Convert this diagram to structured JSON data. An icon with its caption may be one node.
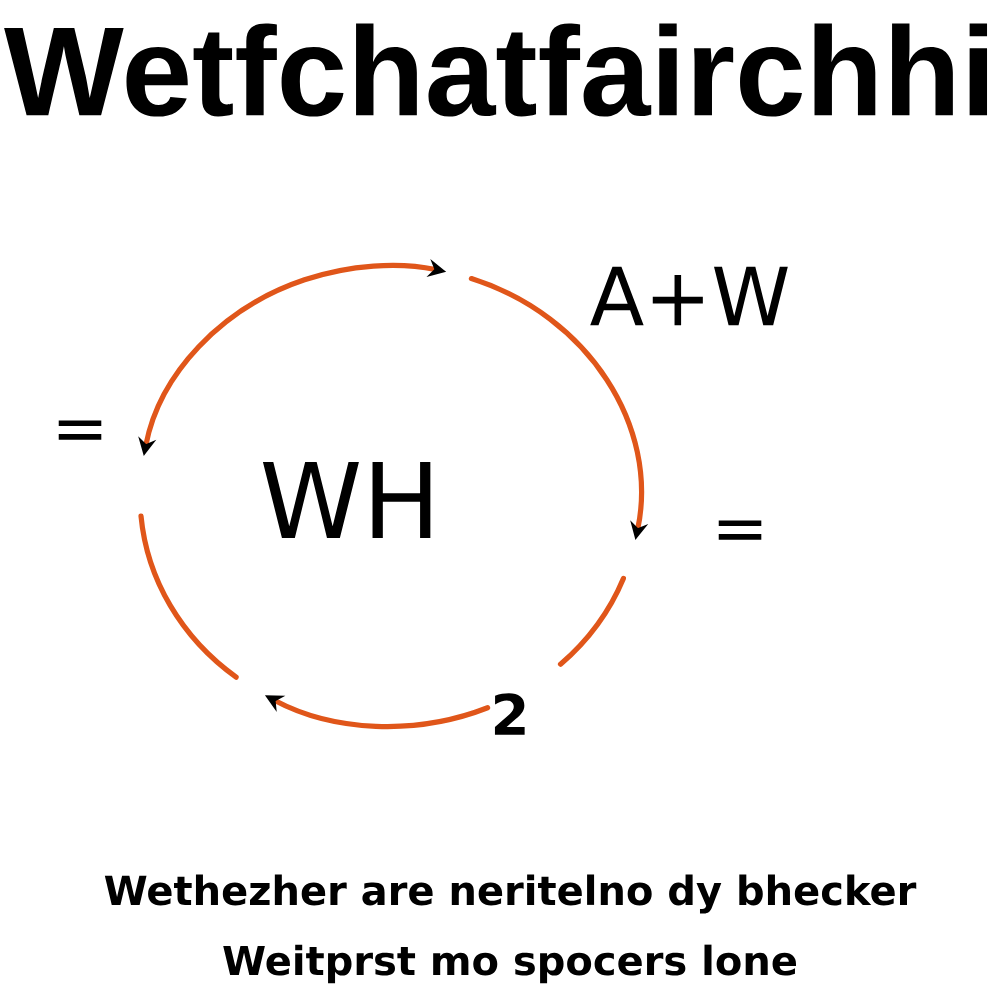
{
  "diagram": {
    "title": "Wetfchatfairchhi",
    "labels": [
      "=",
      "WH",
      "A+W",
      "=",
      "2",
      "Wethezher are neritelno dy bhecker",
      "Weitprst mo spocers lone"
    ]
  }
}
